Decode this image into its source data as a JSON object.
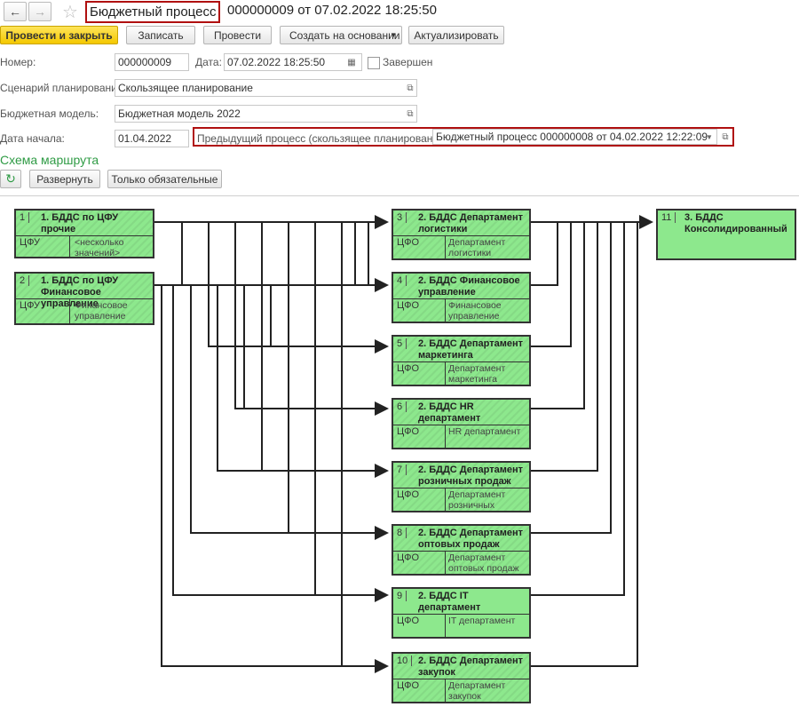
{
  "header": {
    "title_highlight": "Бюджетный процесс",
    "title_rest": "000000009 от 07.02.2022 18:25:50"
  },
  "toolbar": {
    "post_close": "Провести и закрыть",
    "save": "Записать",
    "post": "Провести",
    "create_based": "Создать на основании",
    "update": "Актуализировать"
  },
  "form": {
    "number_label": "Номер:",
    "number_value": "000000009",
    "date_label": "Дата:",
    "date_value": "07.02.2022 18:25:50",
    "completed_label": "Завершен",
    "scenario_label": "Сценарий планирования:",
    "scenario_value": "Скользящее планирование",
    "model_label": "Бюджетная модель:",
    "model_value": "Бюджетная модель 2022",
    "start_label": "Дата начала:",
    "start_value": "01.04.2022",
    "prev_label": "Предыдущий процесс (скользящее планирование):",
    "prev_value": "Бюджетный процесс 000000008 от 04.02.2022 12:22:09"
  },
  "route": {
    "title": "Схема маршрута",
    "expand": "Развернуть",
    "required_only": "Только обязательные"
  },
  "nodes": [
    {
      "id": "n1",
      "num": "1",
      "name": "1. БДДС по ЦФУ прочие",
      "key": "ЦФУ",
      "value": "<несколько значений>"
    },
    {
      "id": "n2",
      "num": "2",
      "name": "1. БДДС по ЦФУ Финансовое управление",
      "key": "ЦФУ",
      "value": "Финансовое управление"
    },
    {
      "id": "n3",
      "num": "3",
      "name": "2. БДДС Департамент логистики",
      "key": "ЦФО",
      "value": "Департамент логистики"
    },
    {
      "id": "n4",
      "num": "4",
      "name": "2. БДДС Финансовое управление",
      "key": "ЦФО",
      "value": "Финансовое управление"
    },
    {
      "id": "n5",
      "num": "5",
      "name": "2. БДДС Департамент маркетинга",
      "key": "ЦФО",
      "value": "Департамент маркетинга"
    },
    {
      "id": "n6",
      "num": "6",
      "name": "2. БДДС HR департамент",
      "key": "ЦФО",
      "value": "HR департамент"
    },
    {
      "id": "n7",
      "num": "7",
      "name": "2. БДДС Департамент розничных продаж",
      "key": "ЦФО",
      "value": "Департамент розничных"
    },
    {
      "id": "n8",
      "num": "8",
      "name": "2. БДДС Департамент оптовых продаж",
      "key": "ЦФО",
      "value": "Департамент оптовых продаж"
    },
    {
      "id": "n9",
      "num": "9",
      "name": "2. БДДС IT департамент",
      "key": "ЦФО",
      "value": "IT департамент"
    },
    {
      "id": "n10",
      "num": "10",
      "name": "2. БДДС Департамент закупок",
      "key": "ЦФО",
      "value": "Департамент закупок"
    },
    {
      "id": "n11",
      "num": "11",
      "name": "3. БДДС Консолидированный",
      "key": "",
      "value": ""
    }
  ]
}
